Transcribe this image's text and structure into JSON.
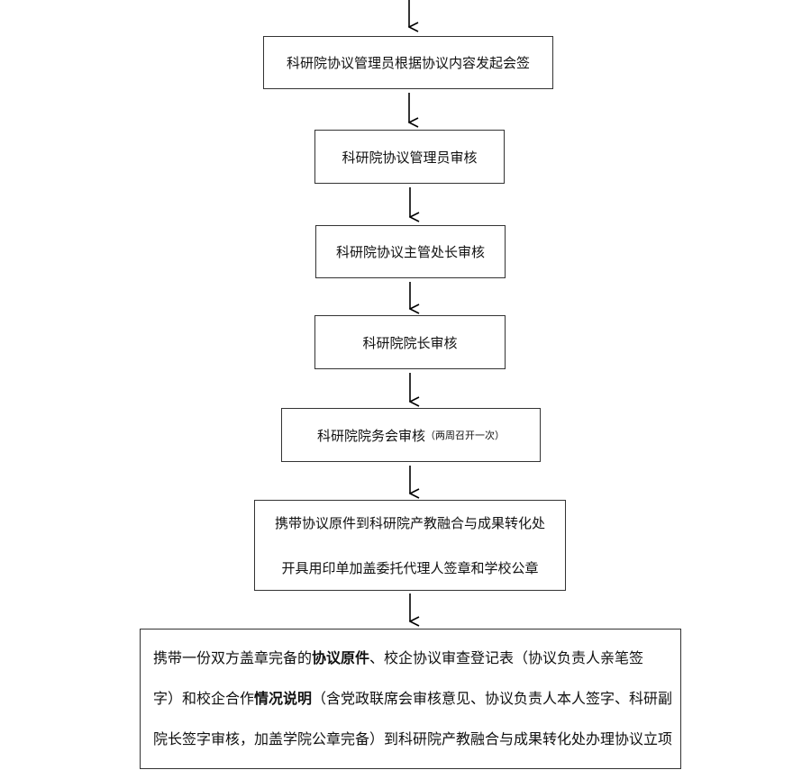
{
  "steps": {
    "s1": "科研院协议管理员根据协议内容发起会签",
    "s2": "科研院协议管理员审核",
    "s3": "科研院协议主管处长审核",
    "s4": "科研院院长审核",
    "s5": {
      "text": "科研院院务会审核",
      "note": "（两周召开一次）"
    },
    "s6": {
      "line1": "携带协议原件到科研院产教融合与成果转化处",
      "line2": "开具用印单加盖委托代理人签章和学校公章"
    },
    "s7": {
      "l1a": "携带一份双方盖章完备的",
      "l1b": "协议原件",
      "l1c": "、校企协议审查登记表（协议负责人亲笔签",
      "l2a": "字）和校企合作",
      "l2b": "情况说明",
      "l2c": "（含党政联席会审核意见、协议负责人本人签字、科研副",
      "l3": "院长签字审核，加盖学院公章完备）到科研院产教融合与成果转化处办理协议立项"
    }
  }
}
